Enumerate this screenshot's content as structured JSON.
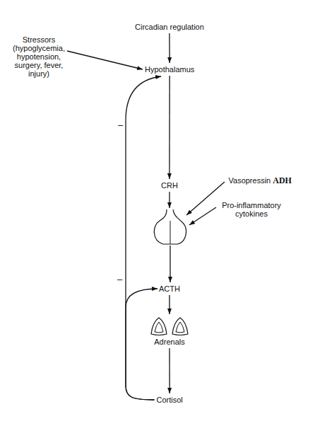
{
  "diagram": {
    "nodes": [
      {
        "text": [
          "Circadian regulation"
        ]
      },
      {
        "text": [
          "Stressors (hypoglycemia, hypotension, surgery, fever, injury)"
        ]
      },
      {
        "text": [
          "Hypothalamus"
        ]
      },
      {
        "text": [
          "CRH"
        ]
      },
      {
        "text": [
          "Vasopressin",
          "ADH"
        ]
      },
      {
        "text": [
          "Pro-inflammatory cytokines"
        ]
      },
      {
        "text": [
          "ACTH"
        ]
      },
      {
        "text": [
          "Adrenals"
        ]
      },
      {
        "text": [
          "Cortisol"
        ]
      }
    ],
    "edges": [
      {
        "from": 0,
        "to": 2,
        "arrow": "to"
      },
      {
        "from": 1,
        "to": 2,
        "arrow": "to"
      },
      {
        "from": 2,
        "to": 3,
        "arrow": "to"
      },
      {
        "from": 6,
        "to": 7,
        "arrow": "to"
      },
      {
        "from": 7,
        "to": 8,
        "arrow": "to"
      },
      {
        "from": 8,
        "to": 2,
        "label": "–",
        "arrow": "to"
      },
      {
        "from": 8,
        "to": 6,
        "label": "–",
        "arrow": "to"
      }
    ]
  }
}
